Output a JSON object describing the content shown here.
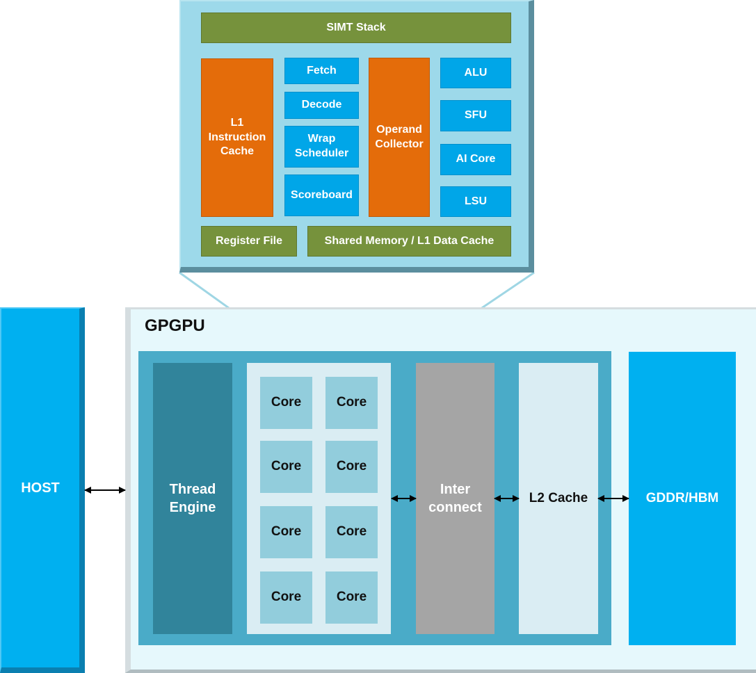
{
  "sm_detail": {
    "simt_stack": "SIMT Stack",
    "l1_icache": "L1 Instruction Cache",
    "fetch": "Fetch",
    "decode": "Decode",
    "warp_scheduler": "Wrap Scheduler",
    "scoreboard": "Scoreboard",
    "operand_collector": "Operand Collector",
    "alu": "ALU",
    "sfu": "SFU",
    "ai_core": "AI Core",
    "lsu": "LSU",
    "register_file": "Register File",
    "shared_memory": "Shared Memory / L1 Data Cache"
  },
  "host": {
    "label": "HOST"
  },
  "gpgpu": {
    "title": "GPGPU",
    "thread_engine": "Thread Engine",
    "cores": [
      "Core",
      "Core",
      "Core",
      "Core",
      "Core",
      "Core",
      "Core",
      "Core"
    ],
    "interconnect": "Inter connect",
    "l2_cache": "L2 Cache"
  },
  "memory": {
    "label": "GDDR/HBM"
  },
  "colors": {
    "block_green": "#76923c",
    "block_orange": "#e46c0a",
    "block_cyan": "#00a6e8",
    "host_blue": "#00b0f0",
    "thread_engine_teal": "#31849b",
    "core_light_blue": "#92cddc",
    "interconnect_gray": "#a5a5a5"
  }
}
